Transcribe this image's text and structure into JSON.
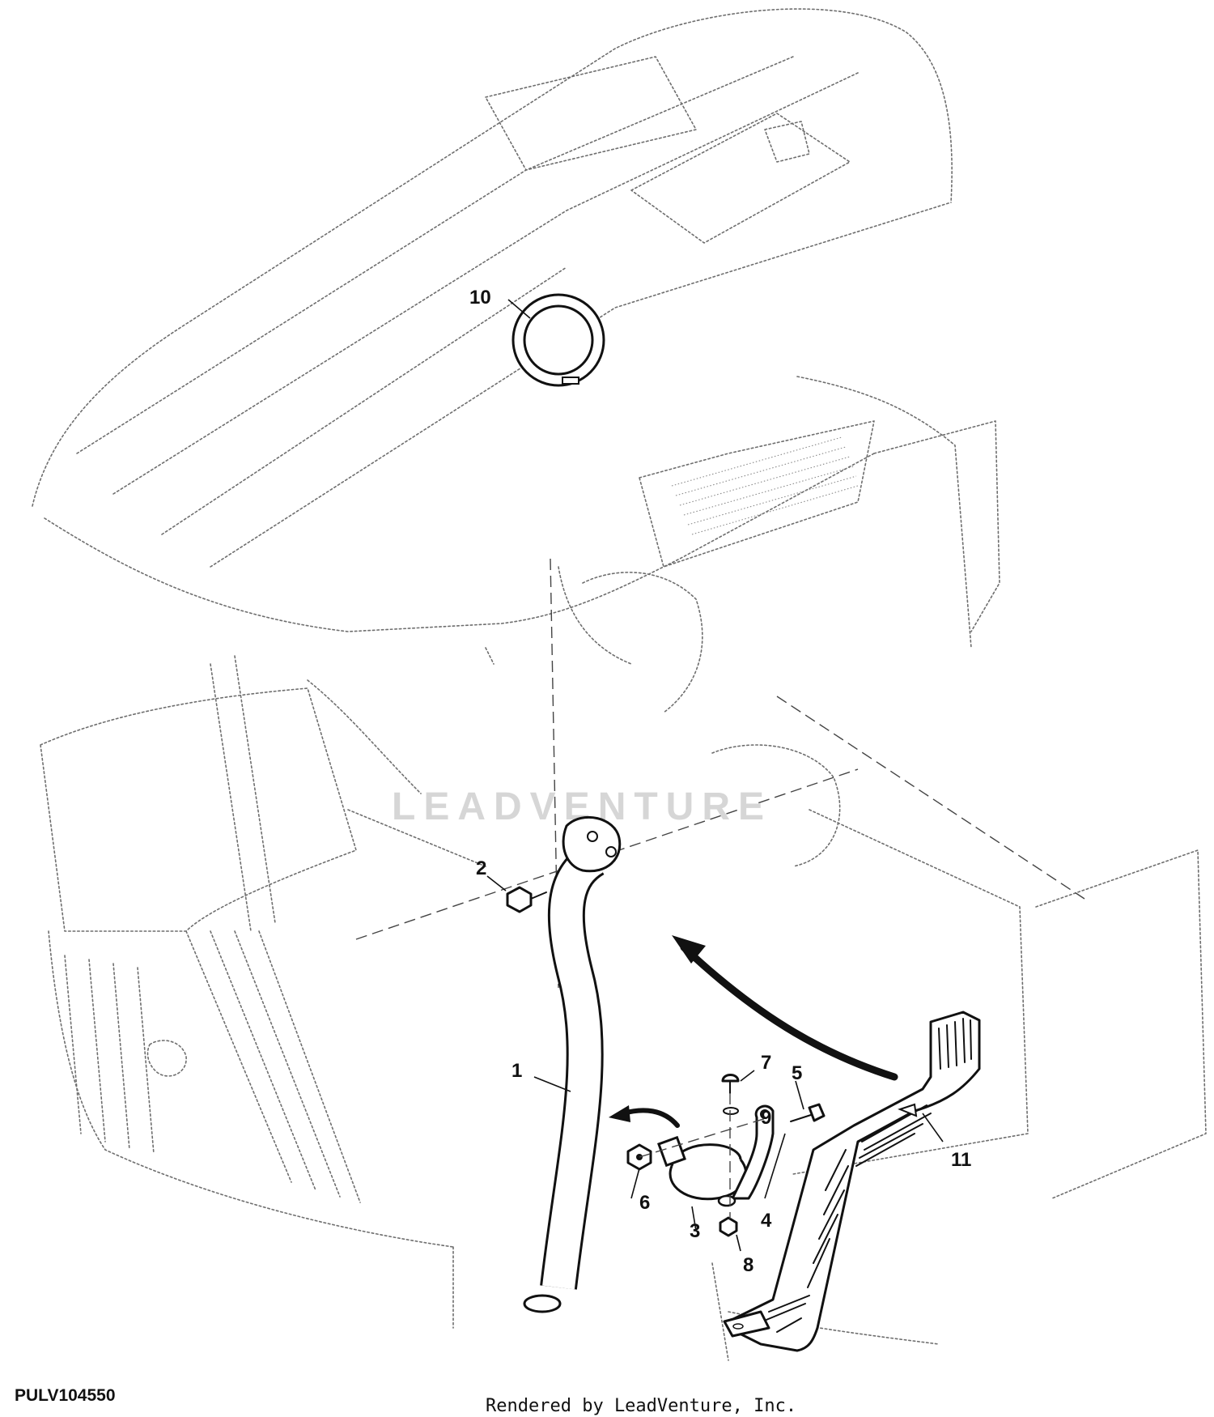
{
  "figure_id": "PULV104550",
  "credit": "Rendered by LeadVenture, Inc.",
  "watermark": "LEADVENTURE",
  "callouts": [
    {
      "label": "1"
    },
    {
      "label": "2"
    },
    {
      "label": "3"
    },
    {
      "label": "4"
    },
    {
      "label": "5"
    },
    {
      "label": "6"
    },
    {
      "label": "7"
    },
    {
      "label": "8"
    },
    {
      "label": "9"
    },
    {
      "label": "10"
    },
    {
      "label": "11"
    }
  ]
}
